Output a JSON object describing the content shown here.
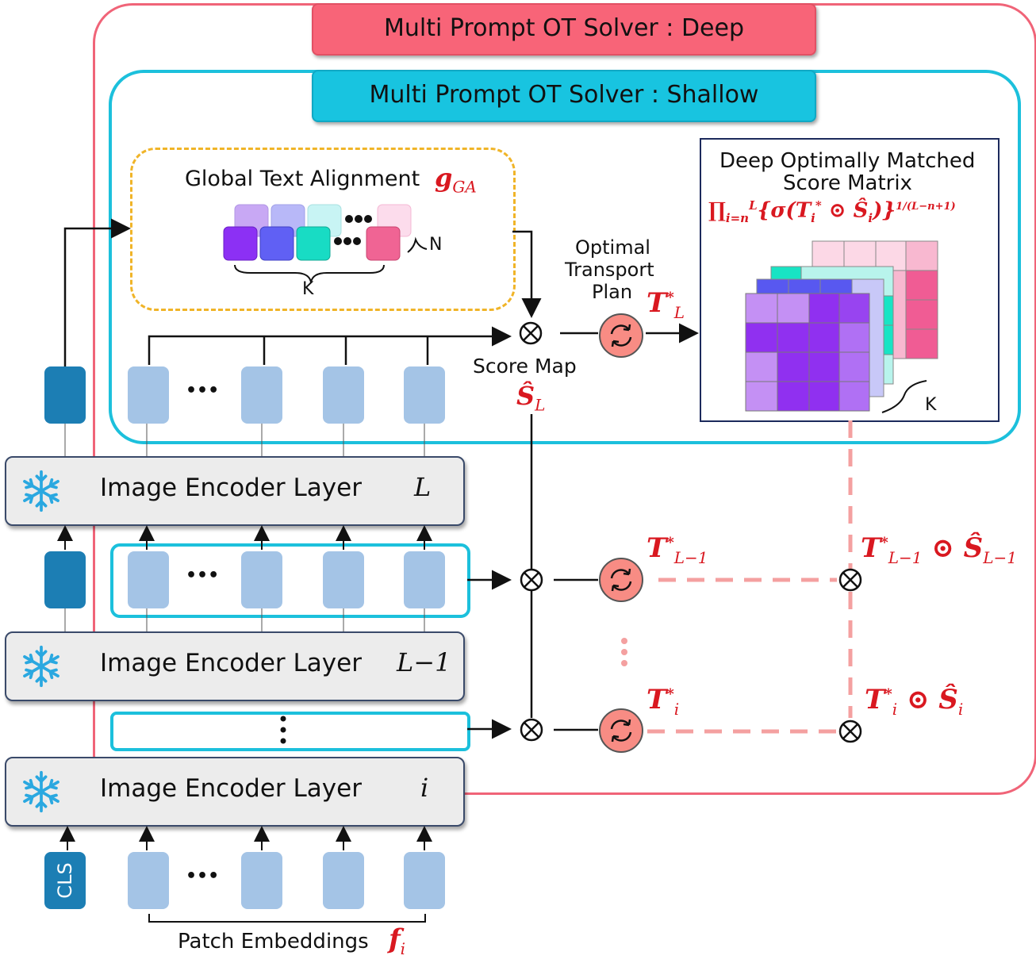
{
  "banners": {
    "deep": "Multi Prompt OT Solver : Deep",
    "shallow": "Multi Prompt OT Solver : Shallow"
  },
  "gta": {
    "title": "Global Text Alignment",
    "math": "g",
    "math_sub": "GA",
    "n_label": "N",
    "k_label": "K"
  },
  "matrix": {
    "title_line1": "Deep Optimally Matched",
    "title_line2": "Score Matrix",
    "formula": "∏",
    "formula_rest": "{σ(T",
    "formula_mid": " ⊙ Ŝ",
    "formula_end": ")}",
    "k_label": "K"
  },
  "labels": {
    "optimal_transport_line1": "Optimal",
    "optimal_transport_line2": "Transport",
    "optimal_transport_line3": "Plan",
    "score_map": "Score Map",
    "patch_embeddings": "Patch Embeddings",
    "cls": "CLS",
    "ellipsis": "•••"
  },
  "layers": [
    {
      "label": "Image Encoder Layer",
      "index": "L"
    },
    {
      "label": "Image Encoder Layer",
      "index": "L−1"
    },
    {
      "label": "Image Encoder Layer",
      "index": "i"
    }
  ],
  "math_labels": {
    "T_L": "T",
    "T_L_sub": "L",
    "S_L": "Ŝ",
    "S_L_sub": "L",
    "T_Lm1": "T",
    "T_Lm1_sub": "L−1",
    "TS_Lm1": "T",
    "TS_Lm1_sub": "L−1",
    "TS_Lm1_op": " ⊙ Ŝ",
    "TS_Lm1_sub2": "L−1",
    "T_i": "T",
    "T_i_sub": "i",
    "TS_i": "T",
    "TS_i_sub": "i",
    "TS_i_op": " ⊙ Ŝ",
    "TS_i_sub2": "i",
    "f": "f",
    "f_sub": "i",
    "star": "*"
  },
  "colors": {
    "deep": "#f06478",
    "shallow": "#1cc0dc",
    "gta_border": "#f0b428",
    "token": "#a4c4e6",
    "cls": "#1c7eb4",
    "ot_fill": "#f88c84",
    "math": "#d91820",
    "dashed": "#f4a0a0",
    "matrix_border": "#1c2a5c"
  }
}
